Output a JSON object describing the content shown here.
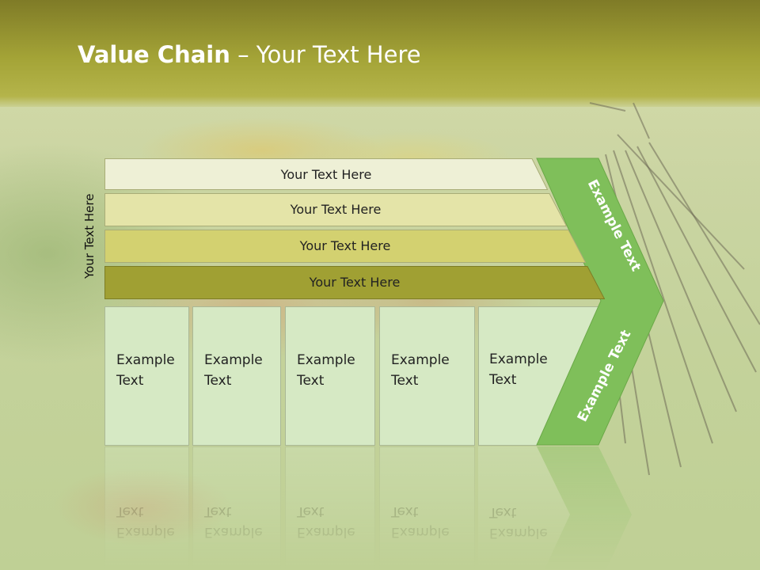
{
  "slide": {
    "title_bold": "Value Chain",
    "title_rest": " – Your Text Here",
    "side_label": "Your Text Here",
    "bars": [
      {
        "label": "Your Text Here",
        "color": "#eef0d6"
      },
      {
        "label": "Your Text Here",
        "color": "#e4e4a8"
      },
      {
        "label": "Your Text Here",
        "color": "#d3d170"
      },
      {
        "label": "Your Text Here",
        "color": "#a0a033"
      }
    ],
    "boxes": [
      {
        "label": "Example Text"
      },
      {
        "label": "Example Text"
      },
      {
        "label": "Example Text"
      },
      {
        "label": "Example Text"
      },
      {
        "label": "Example Text"
      }
    ],
    "chevron": {
      "top_label": "Example Text",
      "bottom_label": "Example Text",
      "color": "#7fbf5a"
    }
  }
}
